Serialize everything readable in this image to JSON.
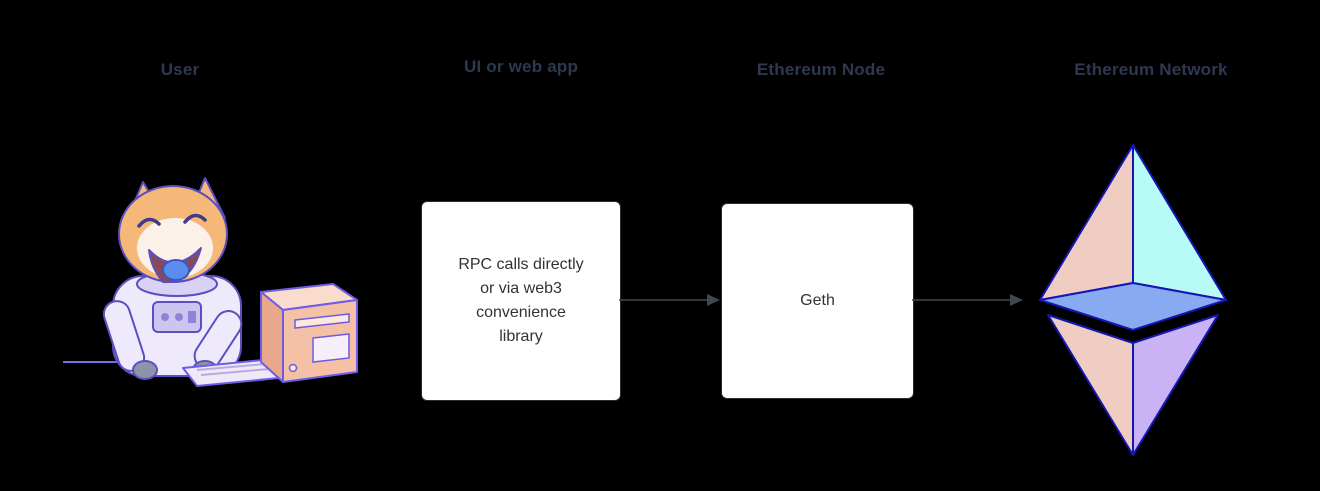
{
  "diagram": {
    "columns": [
      {
        "id": "user",
        "label": "User"
      },
      {
        "id": "webapp",
        "label": "UI or web app"
      },
      {
        "id": "node",
        "label": "Ethereum Node"
      },
      {
        "id": "network",
        "label": "Ethereum Network"
      }
    ],
    "webapp_box_text": "RPC calls directly\nor via web3\nconvenience\nlibrary",
    "node_box_text": "Geth",
    "flow": [
      "User",
      "UI or web app",
      "Ethereum Node",
      "Ethereum Network"
    ]
  },
  "icons": {
    "user": "doge-astronaut-at-computer-illustration",
    "network": "ethereum-logo"
  },
  "colors": {
    "background": "#000000",
    "label_text": "#2e3950",
    "box_background": "#ffffff",
    "box_border": "#2b2b2b",
    "box_text": "#333333",
    "arrow": "#3d4852",
    "eth_stroke": "#1616B4",
    "eth_top_left": "#F0CDC2",
    "eth_top_right": "#B8FAF6",
    "eth_middle": "#88AAF1",
    "eth_bottom_left": "#F0CDC2",
    "eth_bottom_right": "#C9B3F5",
    "doge_fur": "#F6B878",
    "doge_face": "#FCF1E8",
    "doge_suit": "#EFEAFB",
    "doge_tongue": "#5B8DEF",
    "computer_front": "#F4C0A6",
    "computer_top": "#F9DCCB",
    "computer_side": "#E9A88C",
    "keyboard": "#EFE8F8",
    "illustration_outline": "#5b4fc0"
  }
}
